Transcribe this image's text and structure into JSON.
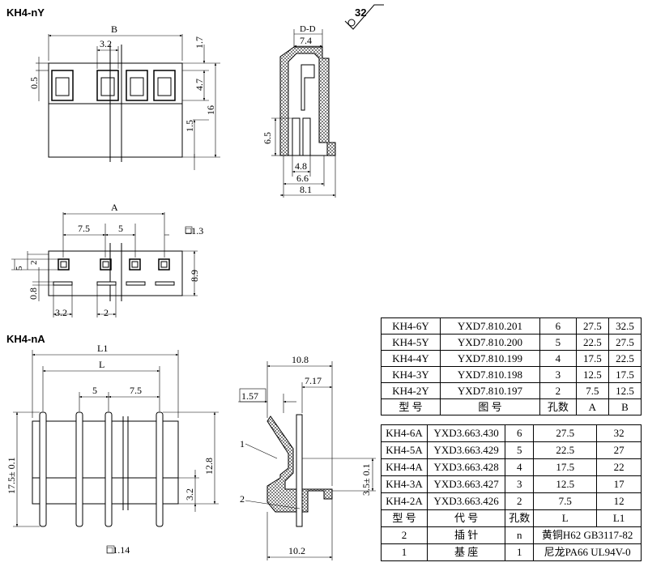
{
  "titles": {
    "top": "KH4-nY",
    "bottom": "KH4-nA"
  },
  "surface_roughness": "32",
  "section_label": "D-D",
  "dims": {
    "B": "B",
    "d3_2": "3.2",
    "d0_5": "0.5",
    "d1_7": "1.7",
    "d4_7": "4.7",
    "d16": "16",
    "d1_5": "1.5",
    "d7_4": "7.4",
    "d6_5": "6.5",
    "d4_8": "4.8",
    "d6_6": "6.6",
    "d8_1": "8.1",
    "A": "A",
    "d7_5": "7.5",
    "d5": "5",
    "sq1_3": "□1.3",
    "s5": "5",
    "s2": "2",
    "d8_9": "8.9",
    "d0_8": "0.8",
    "b3_2": "3.2",
    "b2": "2",
    "L1": "L1",
    "L": "L",
    "n5": "5",
    "n7_5": "7.5",
    "d17_5": "17.5± 0.1",
    "d12_8": "12.8",
    "c3_2": "3.2",
    "sq1_14": "□1.14",
    "d10_8": "10.8",
    "d7_17": "7.17",
    "d1_57": "1.57",
    "p1": "1",
    "p2": "2",
    "d3_5": "3.5± 0.1",
    "d10_2": "10.2"
  },
  "table_y": {
    "rows": [
      [
        "KH4-6Y",
        "YXD7.810.201",
        "6",
        "27.5",
        "32.5"
      ],
      [
        "KH4-5Y",
        "YXD7.810.200",
        "5",
        "22.5",
        "27.5"
      ],
      [
        "KH4-4Y",
        "YXD7.810.199",
        "4",
        "17.5",
        "22.5"
      ],
      [
        "KH4-3Y",
        "YXD7.810.198",
        "3",
        "12.5",
        "17.5"
      ],
      [
        "KH4-2Y",
        "YXD7.810.197",
        "2",
        "7.5",
        "12.5"
      ]
    ],
    "header": [
      "型 号",
      "图 号",
      "孔数",
      "A",
      "B"
    ]
  },
  "table_a": {
    "rows": [
      [
        "KH4-6A",
        "YXD3.663.430",
        "6",
        "27.5",
        "32"
      ],
      [
        "KH4-5A",
        "YXD3.663.429",
        "5",
        "22.5",
        "27"
      ],
      [
        "KH4-4A",
        "YXD3.663.428",
        "4",
        "17.5",
        "22"
      ],
      [
        "KH4-3A",
        "YXD3.663.427",
        "3",
        "12.5",
        "17"
      ],
      [
        "KH4-2A",
        "YXD3.663.426",
        "2",
        "7.5",
        "12"
      ]
    ],
    "header": [
      "型 号",
      "代 号",
      "孔数",
      "L",
      "L1"
    ],
    "parts": [
      [
        "2",
        "插 针",
        "n",
        "黄铜H62 GB3117-82"
      ],
      [
        "1",
        "基 座",
        "1",
        "尼龙PA66 UL94V-0"
      ]
    ]
  }
}
